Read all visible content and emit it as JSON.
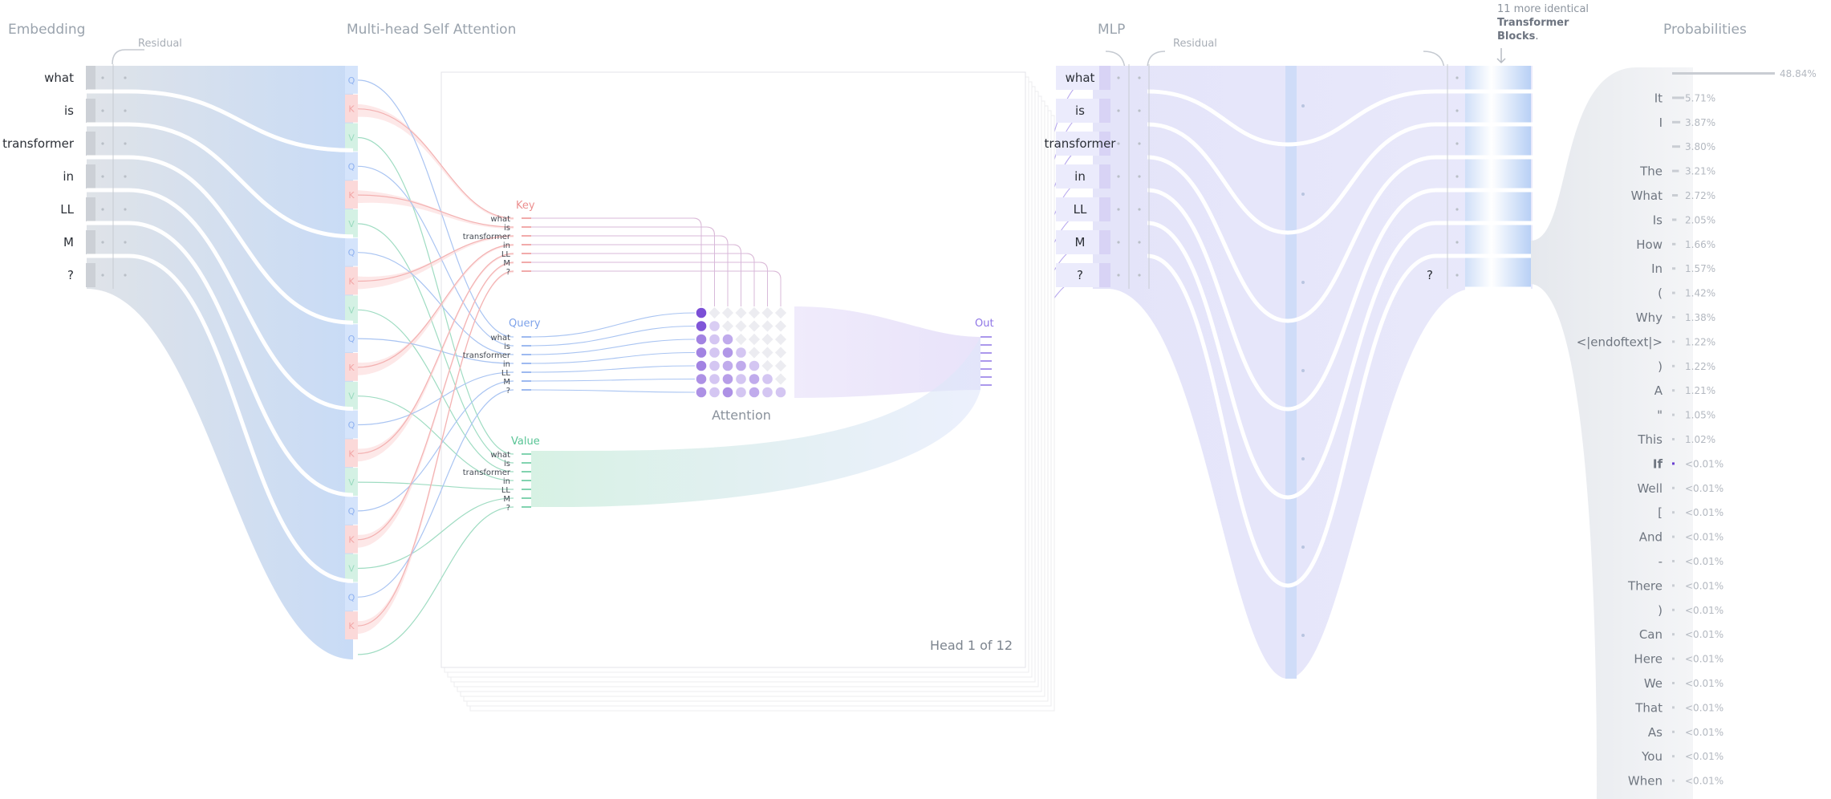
{
  "sections": {
    "embedding": "Embedding",
    "attention": "Multi-head Self Attention",
    "mlp": "MLP",
    "probabilities": "Probabilities"
  },
  "residual_label": "Residual",
  "more_blocks": {
    "line1": "11 more identical",
    "line2": "Transformer",
    "line3": "Blocks",
    "line3_suffix": "."
  },
  "tokens": [
    "what",
    "is",
    "transformer",
    "in",
    "LL",
    "M",
    "?"
  ],
  "qkv_labels": [
    "Q",
    "K",
    "V"
  ],
  "attention_panel": {
    "key_label": "Key",
    "query_label": "Query",
    "value_label": "Value",
    "out_label": "Out",
    "matrix_label": "Attention",
    "head_label": "Head 1 of 12"
  },
  "last_token": "?",
  "colors": {
    "embedding_blue": "#c9dcf7",
    "query_blue": "#8fb2f0",
    "key_red": "#f2a5a5",
    "value_green": "#9adbbf",
    "attention_purple": "#7b4fd6",
    "mlp_lavender": "#e6e6fb",
    "prob_gray": "#eef0f3",
    "highlight": "#6a3fd1"
  },
  "probabilities": [
    {
      "token": "",
      "pct": "48.84%",
      "value": 0.4884
    },
    {
      "token": "It",
      "pct": "5.71%",
      "value": 0.0571
    },
    {
      "token": "I",
      "pct": "3.87%",
      "value": 0.0387
    },
    {
      "token": "",
      "pct": "3.80%",
      "value": 0.038
    },
    {
      "token": "The",
      "pct": "3.21%",
      "value": 0.0321
    },
    {
      "token": "What",
      "pct": "2.72%",
      "value": 0.0272
    },
    {
      "token": "Is",
      "pct": "2.05%",
      "value": 0.0205
    },
    {
      "token": "How",
      "pct": "1.66%",
      "value": 0.0166
    },
    {
      "token": "In",
      "pct": "1.57%",
      "value": 0.0157
    },
    {
      "token": "(",
      "pct": "1.42%",
      "value": 0.0142
    },
    {
      "token": "Why",
      "pct": "1.38%",
      "value": 0.0138
    },
    {
      "token": "<|endoftext|>",
      "pct": "1.22%",
      "value": 0.0122
    },
    {
      "token": ")",
      "pct": "1.22%",
      "value": 0.0122
    },
    {
      "token": "A",
      "pct": "1.21%",
      "value": 0.0121
    },
    {
      "token": "\"",
      "pct": "1.05%",
      "value": 0.0105
    },
    {
      "token": "This",
      "pct": "1.02%",
      "value": 0.0102
    },
    {
      "token": "If",
      "pct": "<0.01%",
      "value": 0.0001,
      "highlight": true
    },
    {
      "token": "Well",
      "pct": "<0.01%",
      "value": 0.0001
    },
    {
      "token": "[",
      "pct": "<0.01%",
      "value": 0.0001
    },
    {
      "token": "And",
      "pct": "<0.01%",
      "value": 0.0001
    },
    {
      "token": "-",
      "pct": "<0.01%",
      "value": 0.0001
    },
    {
      "token": "There",
      "pct": "<0.01%",
      "value": 0.0001
    },
    {
      "token": ")",
      "pct": "<0.01%",
      "value": 0.0001
    },
    {
      "token": "Can",
      "pct": "<0.01%",
      "value": 0.0001
    },
    {
      "token": "Here",
      "pct": "<0.01%",
      "value": 0.0001
    },
    {
      "token": "We",
      "pct": "<0.01%",
      "value": 0.0001
    },
    {
      "token": "That",
      "pct": "<0.01%",
      "value": 0.0001
    },
    {
      "token": "As",
      "pct": "<0.01%",
      "value": 0.0001
    },
    {
      "token": "You",
      "pct": "<0.01%",
      "value": 0.0001
    },
    {
      "token": "When",
      "pct": "<0.01%",
      "value": 0.0001
    }
  ],
  "attention_weights": [
    [
      1.0,
      0,
      0,
      0,
      0,
      0,
      0
    ],
    [
      0.95,
      0.05,
      0,
      0,
      0,
      0,
      0
    ],
    [
      0.6,
      0.1,
      0.3,
      0,
      0,
      0,
      0
    ],
    [
      0.6,
      0.1,
      0.45,
      0.1,
      0,
      0,
      0
    ],
    [
      0.6,
      0.1,
      0.3,
      0.3,
      0.1,
      0,
      0
    ],
    [
      0.5,
      0.1,
      0.4,
      0.1,
      0.3,
      0.1,
      0
    ],
    [
      0.5,
      0.1,
      0.5,
      0.1,
      0.3,
      0.1,
      0.1
    ]
  ]
}
